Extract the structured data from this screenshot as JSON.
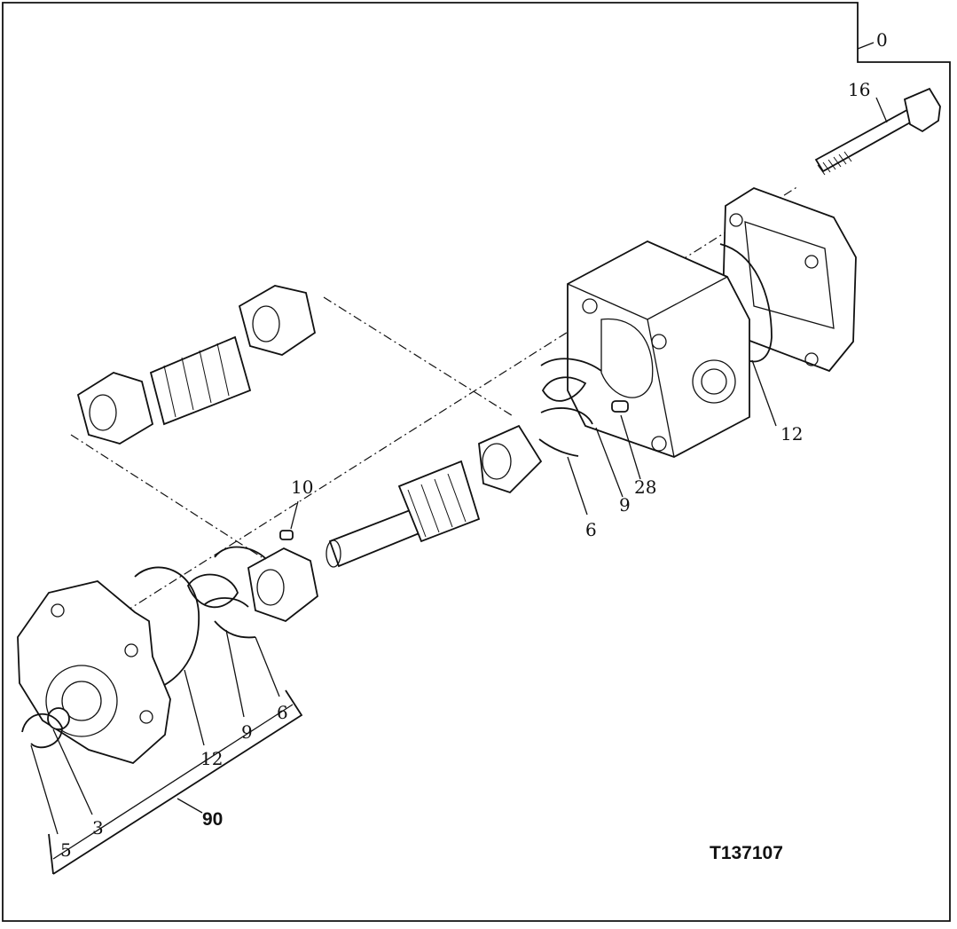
{
  "drawing_id": "T137107",
  "callouts": {
    "c0": "0",
    "c16": "16",
    "c12_right": "12",
    "c28": "28",
    "c9_right": "9",
    "c6_right": "6",
    "c10": "10",
    "c12_left": "12",
    "c9_left": "9",
    "c6_left": "6",
    "c5": "5",
    "c3": "3",
    "c90": "90"
  }
}
